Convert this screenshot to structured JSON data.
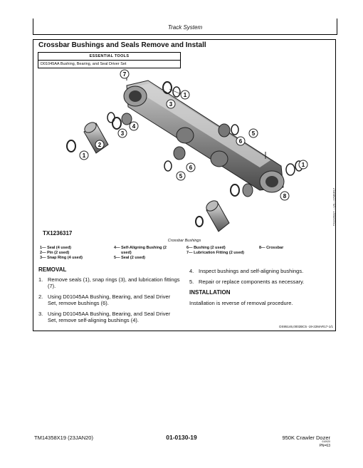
{
  "header": {
    "title": "Track System"
  },
  "section": {
    "title": "Crossbar Bushings and Seals Remove and Install"
  },
  "tools_table": {
    "heading": "ESSENTIAL TOOLS",
    "row": "D01045AA Bushing, Bearing, and Seal Driver Set"
  },
  "figure": {
    "id": "TX1236317",
    "side_code": "TX1236317 —UN—22MAR17",
    "caption": "Crossbar Bushings",
    "callouts": [
      "1",
      "2",
      "3",
      "4",
      "5",
      "6",
      "7",
      "8"
    ]
  },
  "legend": {
    "col1": [
      "1— Seal (4 used)",
      "2— Pin (2 used)",
      "3— Snap Ring (4 used)"
    ],
    "col2": [
      "4— Self-Aligning Bushing (2",
      "used)",
      "5— Seal (2 used)"
    ],
    "col3": [
      "6— Bushing (2 used)",
      "7— Lubrication Fitting (2 used)"
    ],
    "col4": [
      "8— Crossbar"
    ]
  },
  "removal": {
    "heading": "REMOVAL",
    "steps": [
      {
        "num": "1.",
        "text": "Remove seals (1), snap rings (3), and lubrication fittings (7)."
      },
      {
        "num": "2.",
        "text": "Using D01045AA Bushing, Bearing, and Seal Driver Set, remove bushings (6)."
      },
      {
        "num": "3.",
        "text": "Using D01045AA Bushing, Bearing, and Seal Driver Set, remove self-aligning bushings (4)."
      },
      {
        "num": "4.",
        "text": "Inspect bushings and self-aligning bushings."
      },
      {
        "num": "5.",
        "text": "Repair or replace components as necessary."
      }
    ]
  },
  "installation": {
    "heading": "INSTALLATION",
    "text": "Installation is reverse of removal procedure."
  },
  "doc_code": "DS95146,0002BC5 -19-22MAR17-1/1",
  "footer": {
    "left": "TM14358X19 (23JAN20)",
    "center": "01-0130-19",
    "right": "950K Crawler Dozer",
    "small": "010920",
    "pn": "PN=63"
  }
}
